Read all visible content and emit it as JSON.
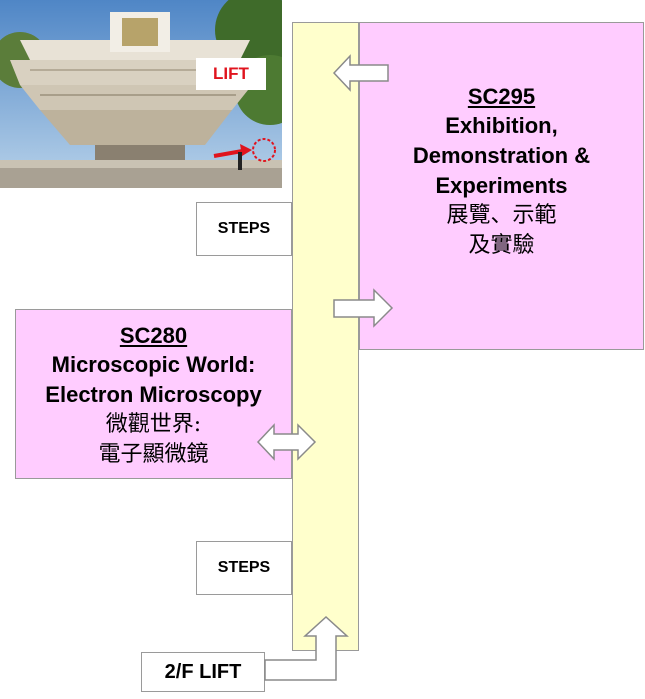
{
  "photo": {
    "lift_label": "LIFT"
  },
  "rooms": {
    "sc295": {
      "code": "SC295",
      "lines_en": [
        "Exhibition,",
        "Demonstration &",
        "Experiments"
      ],
      "lines_zh": [
        "展覽、示範",
        "及實驗"
      ]
    },
    "sc280": {
      "code": "SC280",
      "lines_en": [
        "Microscopic World:",
        "Electron Microscopy"
      ],
      "lines_zh": [
        "微觀世界:",
        "電子顯微鏡"
      ]
    }
  },
  "labels": {
    "steps_upper": "STEPS",
    "steps_lower": "STEPS",
    "lift_2f": "2/F LIFT"
  },
  "colors": {
    "corridor": "#ffffcc",
    "room": "#ffccff",
    "lift_text": "#e0141e"
  }
}
